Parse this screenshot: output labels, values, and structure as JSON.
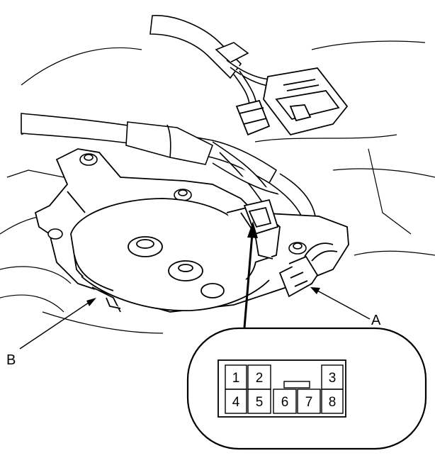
{
  "callouts": {
    "a": "A",
    "b": "B"
  },
  "connector": {
    "pins": [
      "1",
      "2",
      "3",
      "4",
      "5",
      "6",
      "7",
      "8"
    ]
  }
}
